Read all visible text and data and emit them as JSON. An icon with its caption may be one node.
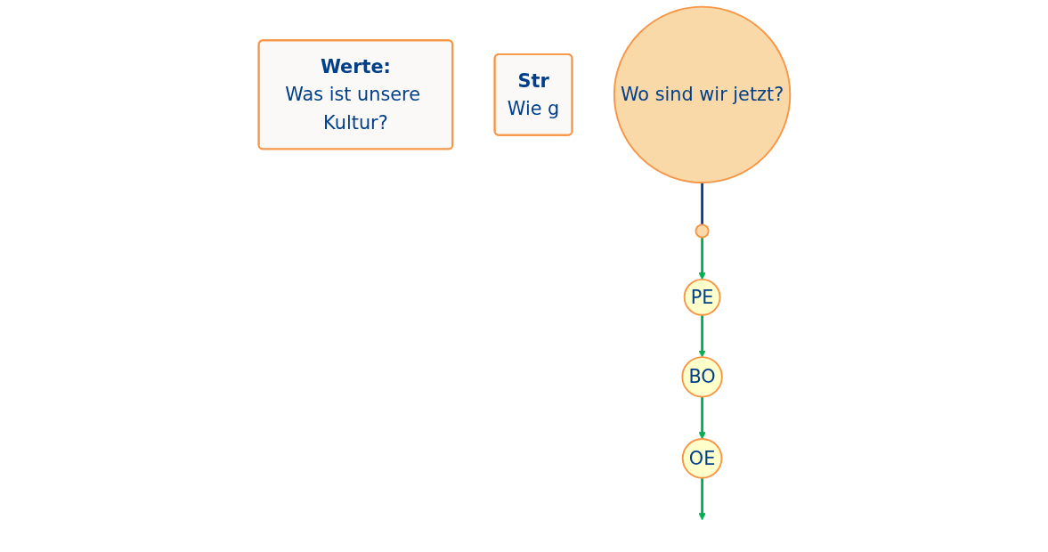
{
  "diagram": {
    "nodes": [
      {
        "text": [
          "Werte:",
          "Was ist unsere Kultur?"
        ]
      },
      {
        "text": [],
        "shape": "circle"
      },
      {
        "text": [
          "PE"
        ]
      },
      {
        "text": [
          "BO"
        ]
      },
      {
        "text": [
          "Str",
          "Wie g"
        ]
      },
      {
        "text": [
          "OE"
        ]
      },
      {
        "text": [
          "Wo sind wir jetzt?"
        ]
      }
    ],
    "edges": [
      {
        "from": 6,
        "to": 1,
        "arrow": "none",
        "color": "#0b3d8c"
      },
      {
        "from": 1,
        "to": 2,
        "arrow": "to"
      },
      {
        "from": 2,
        "to": 3,
        "arrow": "to"
      },
      {
        "from": 3,
        "to": 5,
        "arrow": "to"
      },
      {
        "from": 5,
        "to": null,
        "arrow": "to"
      }
    ]
  }
}
